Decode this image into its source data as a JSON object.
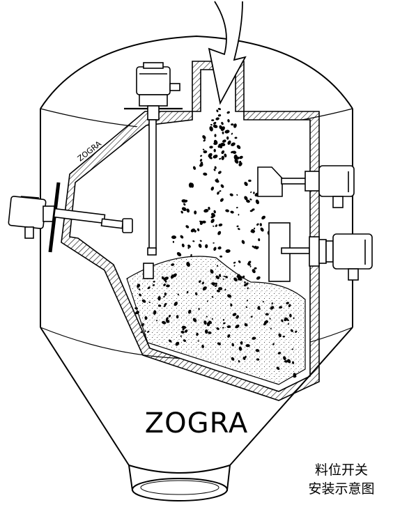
{
  "diagram": {
    "brand_large": "ZOGRA",
    "brand_small": "ZOGRA",
    "caption_line1": "料位开关",
    "caption_line2": "安装示意图"
  },
  "colors": {
    "line": "#000000",
    "background": "#ffffff"
  }
}
